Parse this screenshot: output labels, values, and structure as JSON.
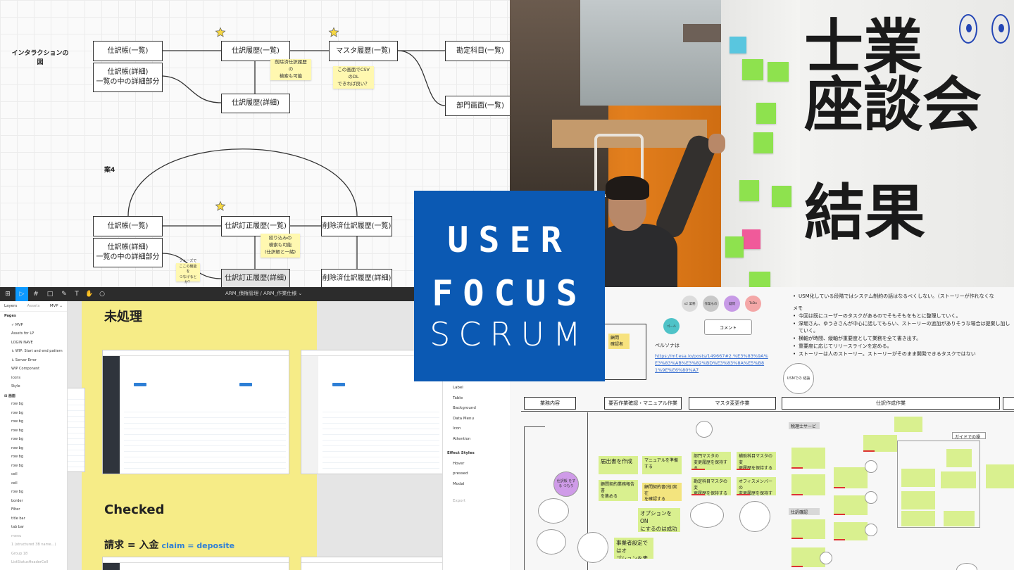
{
  "flow": {
    "title": "インタラクションの\n図",
    "alt_label": "案4",
    "nodes": {
      "journal_list": "仕訳帳(一覧)",
      "journal_detail": "仕訳帳(詳細)\n一覧の中の詳細部分",
      "journal_history": "仕訳履歴(一覧)",
      "master_history": "マスタ履歴(一覧)",
      "account_list": "勘定科目(一覧)",
      "journal_history_detail": "仕訳履歴(詳細)",
      "department": "部門画面(一覧)",
      "journal_list_2": "仕訳帳(一覧)",
      "journal_detail_2": "仕訳帳(詳細)\n一覧の中の詳細部分",
      "correction_history": "仕訳訂正履歴(一覧)",
      "deleted_history": "削除済仕訳履歴(一覧)",
      "correction_detail": "仕訳訂正履歴(詳細)",
      "deleted_detail": "削除済仕訳履歴(詳細)"
    },
    "stickies": {
      "s1": "削除済仕訳履歴の\n検索も可能",
      "s2": "この画面でCSVのDL\nできれば良い？",
      "s3": "絞り込みの\n検索も可能\n(仕訳帳と一緒)",
      "s4": "フェーズで\nここの機能を\nつなげるとか？"
    }
  },
  "figma": {
    "file_path": "ARM_債権管理 / ARM_作業仕様 ⌄",
    "layers_tab": "Layers",
    "assets_tab": "Assets",
    "page_select": "MVP ⌄",
    "pages_label": "Pages",
    "pages": [
      "✓  MVP",
      "Assets for LP",
      "LOGIN NAVE",
      "↳ WIP: Start and end pattern",
      "↳ Server Error",
      "WIP Component",
      "icons",
      "Style"
    ],
    "layers_label": "⊞  画面",
    "layers": [
      "row bg",
      "row bg",
      "row bg",
      "row bg",
      "row bg",
      "row bg",
      "row bg",
      "row bg",
      "cell",
      "cell",
      "row bg",
      "border",
      "Filter",
      "title bar",
      "tab bar",
      "menu",
      "1 (structured 3B name...)",
      "Group 18",
      "ListStatusHeaderCell"
    ],
    "section_unprocessed": "未処理",
    "section_checked": "Checked",
    "claim_label": "請求 = 入金",
    "claim_en": "claim = deposite",
    "props": [
      "Label",
      "Table",
      "Background",
      "Data Menu",
      "Icon",
      "Attention"
    ],
    "effect_header": "Effect Styles",
    "effects": [
      "Hover",
      "pressed",
      "Modal"
    ],
    "export_label": "Export"
  },
  "logo": {
    "line1": "USER",
    "line2": "FOCUS",
    "line3": "SCRUM"
  },
  "photo": {
    "board_text_1": "士業",
    "board_text_2": "座談会",
    "board_text_3": "結果"
  },
  "storymap": {
    "memo_top": [
      "USM化している段階ではシステム制約の話はなるべくしない。（ストーリーが作れなくな"
    ],
    "memo_label": "メモ",
    "memo": [
      "今回は既にユーザーのタスクがあるのでそもそもをもとに整理していく。",
      "深堀さん、ゆうきさんが中心に話してもらい、ストーリーの追加がありそうな場合は提案し加していく。",
      "横軸が時間、縦軸が重要度として業務を全て書き出す。",
      "重要度に応じてリリースラインを定める。",
      "ストーリーは人のストーリー。ストーリーがそのまま開発できるタスクではない"
    ],
    "persona_label": "ペルソナは",
    "persona_link": "https://mf.esa.io/posts/149667#2.%E3%83%9A%E3%83%AB%E3%82%BD%E3%83%8A%E5%B81%9E%E6%80%A7",
    "comment": "コメント",
    "legend": [
      "x2 業務",
      "作業もの",
      "疑問",
      "ToDo",
      "ゴール"
    ],
    "columns": [
      "業務内容",
      "要否作業確認・マニュアル作業",
      "マスタ変更作業",
      "仕訳作成作業"
    ],
    "cards": {
      "c1": "届出書を作成",
      "c2": "マニュアルを準備する",
      "c3": "顧問契約業務報告書\nを集める",
      "c4": "顧問契約書(他)実在\nを確認する",
      "c5": "オプションをON\nにするのは成功後\n継続とする",
      "c6": "部門マスタの\n変更履歴を保持する",
      "c7": "補助科目マスタの変\n更履歴を保持する",
      "c8": "勘定科目マスタの変\n更履歴を保持する",
      "c9": "オフィスメンバーの\n変更履歴を保持する",
      "c10": "事業者設定ではオ\nプションを表明で\nきる"
    },
    "tag_tax": "税理士サービス",
    "tag_check": "仕訳確認",
    "tag_add": "ガイドでの操作",
    "marker": "顧問\n確認者",
    "bubble_1": "USMでの\n結論",
    "bubble_2": "仕訳帳\nをする\nつもり"
  }
}
